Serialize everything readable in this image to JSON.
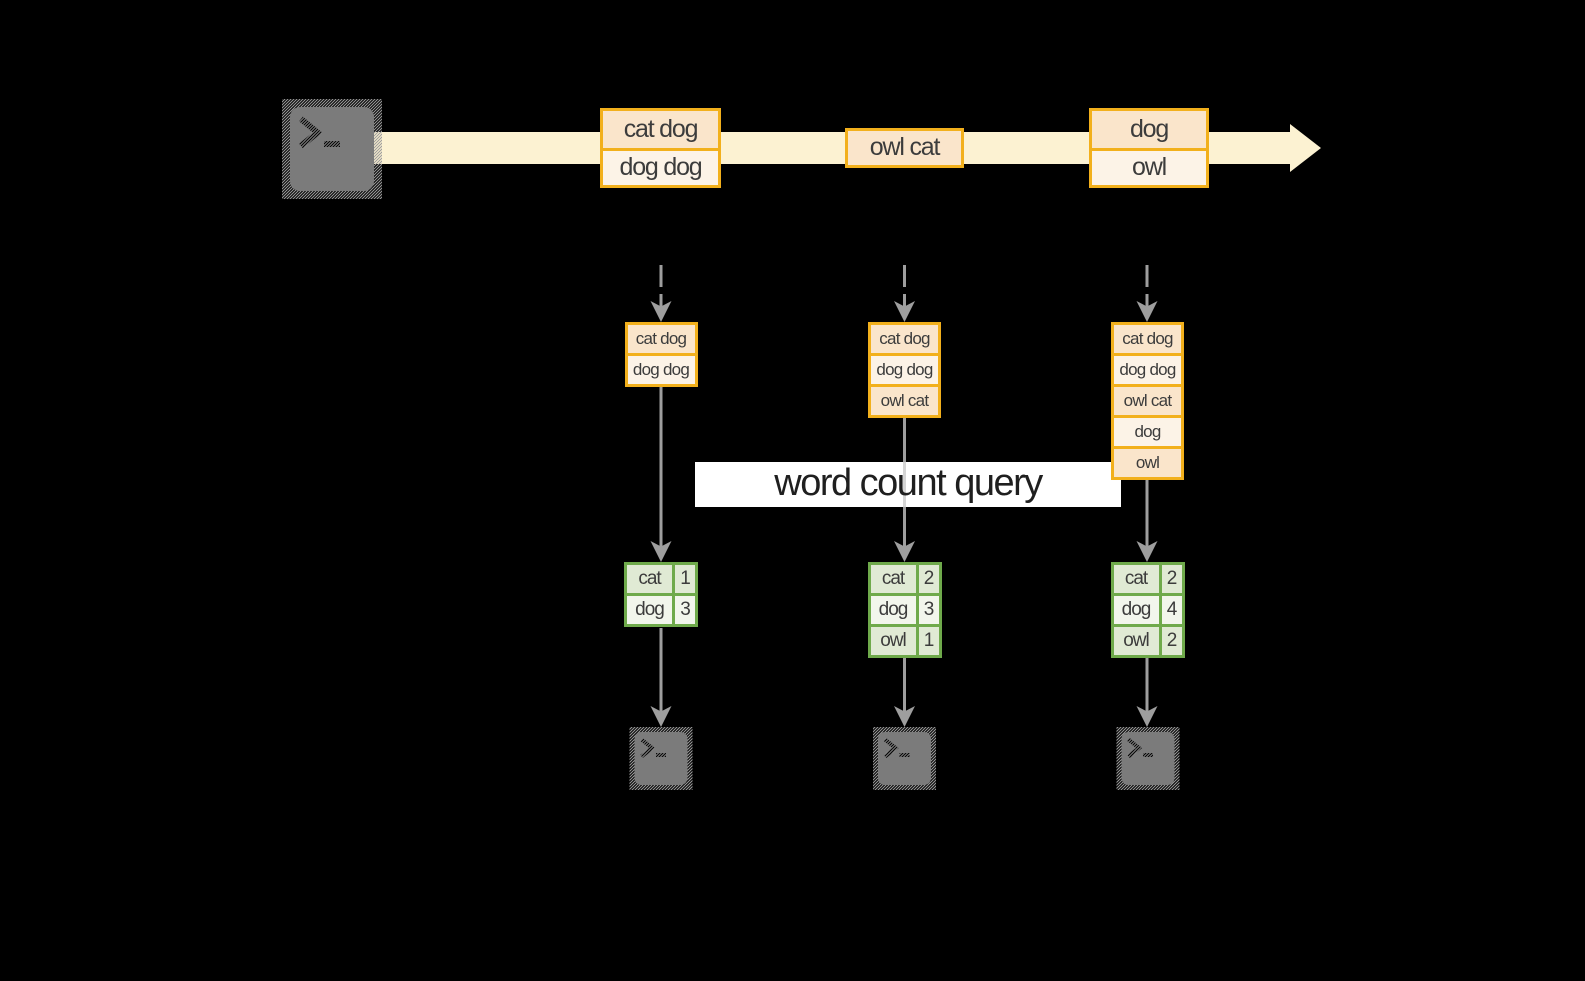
{
  "diagram": "streaming word count",
  "banner": {
    "label": "word count query"
  },
  "colors": {
    "background": "#000000",
    "record_border": "#F2B01C",
    "record_fill_a": "#FAE5CB",
    "record_fill_b": "#FCF3E7",
    "stream_band": "#FCF2D2",
    "count_border": "#6FAA4B",
    "count_fill_a": "#E0EAD4",
    "count_fill_b": "#F2F6EC",
    "arrow_gray": "#9E9E9E",
    "terminal_gray": "#7B7B7B",
    "banner_background": "#FFFFFF",
    "text": "#3C3C3C"
  },
  "icons": {
    "source": "terminal-icon",
    "sink": "terminal-icon"
  },
  "timeline": {
    "events": [
      {
        "records": [
          "cat dog",
          "dog dog"
        ]
      },
      {
        "records": [
          "owl cat"
        ]
      },
      {
        "records": [
          "dog",
          "owl"
        ]
      }
    ]
  },
  "columns": [
    {
      "accumulated": [
        "cat dog",
        "dog dog"
      ],
      "counts": {
        "rows": [
          [
            "cat",
            "1"
          ],
          [
            "dog",
            "3"
          ]
        ]
      }
    },
    {
      "accumulated": [
        "cat dog",
        "dog dog",
        "owl cat"
      ],
      "counts": {
        "rows": [
          [
            "cat",
            "2"
          ],
          [
            "dog",
            "3"
          ],
          [
            "owl",
            "1"
          ]
        ]
      }
    },
    {
      "accumulated": [
        "cat dog",
        "dog dog",
        "owl cat",
        "dog",
        "owl"
      ],
      "counts": {
        "rows": [
          [
            "cat",
            "2"
          ],
          [
            "dog",
            "4"
          ],
          [
            "owl",
            "2"
          ]
        ]
      }
    }
  ]
}
